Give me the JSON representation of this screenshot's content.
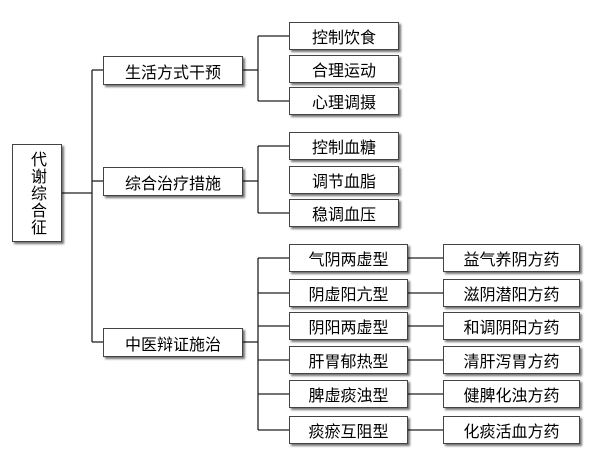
{
  "root": {
    "label": "代谢综合征"
  },
  "branches": [
    {
      "label": "生活方式干预",
      "children": [
        "控制饮食",
        "合理运动",
        "心理调摄"
      ]
    },
    {
      "label": "综合治疗措施",
      "children": [
        "控制血糖",
        "调节血脂",
        "稳调血压"
      ]
    },
    {
      "label": "中医辩证施治",
      "children": [
        "气阴两虚型",
        "阴虚阳亢型",
        "阴阳两虚型",
        "肝胃郁热型",
        "脾虚痰浊型",
        "痰瘀互阻型"
      ],
      "treatments": [
        "益气养阴方药",
        "滋阴潜阳方药",
        "和调阴阳方药",
        "清肝泻胃方药",
        "健脾化浊方药",
        "化痰活血方药"
      ]
    }
  ]
}
